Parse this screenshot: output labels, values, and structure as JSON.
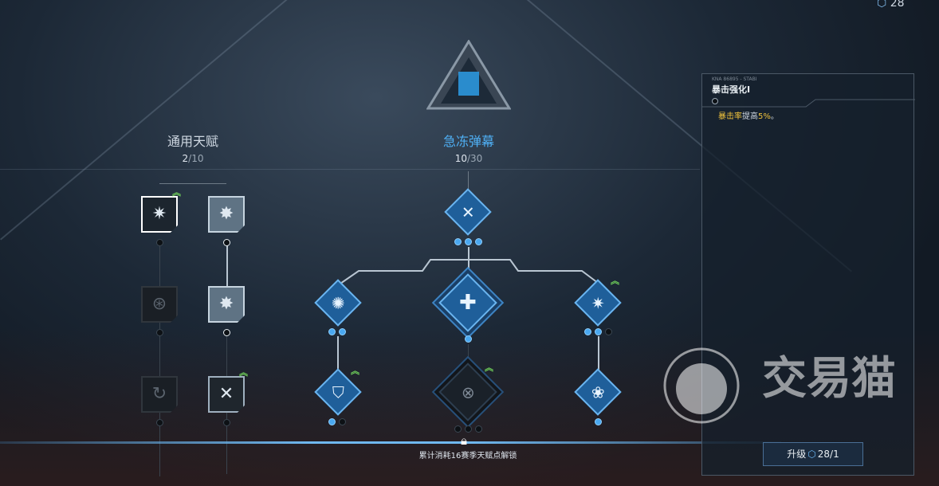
{
  "currency": {
    "icon": "talent-point-icon",
    "value": "28"
  },
  "general_tree": {
    "title": "通用天赋",
    "spent": "2",
    "total": "/10"
  },
  "spec_tree": {
    "title": "急冻弹幕",
    "spent": "10",
    "total": "/30"
  },
  "lock": {
    "icon": "lock-icon",
    "text": "累计消耗16赛季天赋点解锁"
  },
  "detail": {
    "subtitle": "KNA 86895 - STABI",
    "title": "暴击强化I",
    "desc_highlight": "暴击率",
    "desc_mid": "提高",
    "desc_value": "5%",
    "desc_end": "。"
  },
  "upgrade": {
    "label": "升级",
    "cost": "28/1"
  },
  "watermark": {
    "text": "交易猫"
  },
  "colors": {
    "accent": "#4aa8f0",
    "highlight": "#f0c23c",
    "upgrade_arrow": "#6fcf5a"
  }
}
